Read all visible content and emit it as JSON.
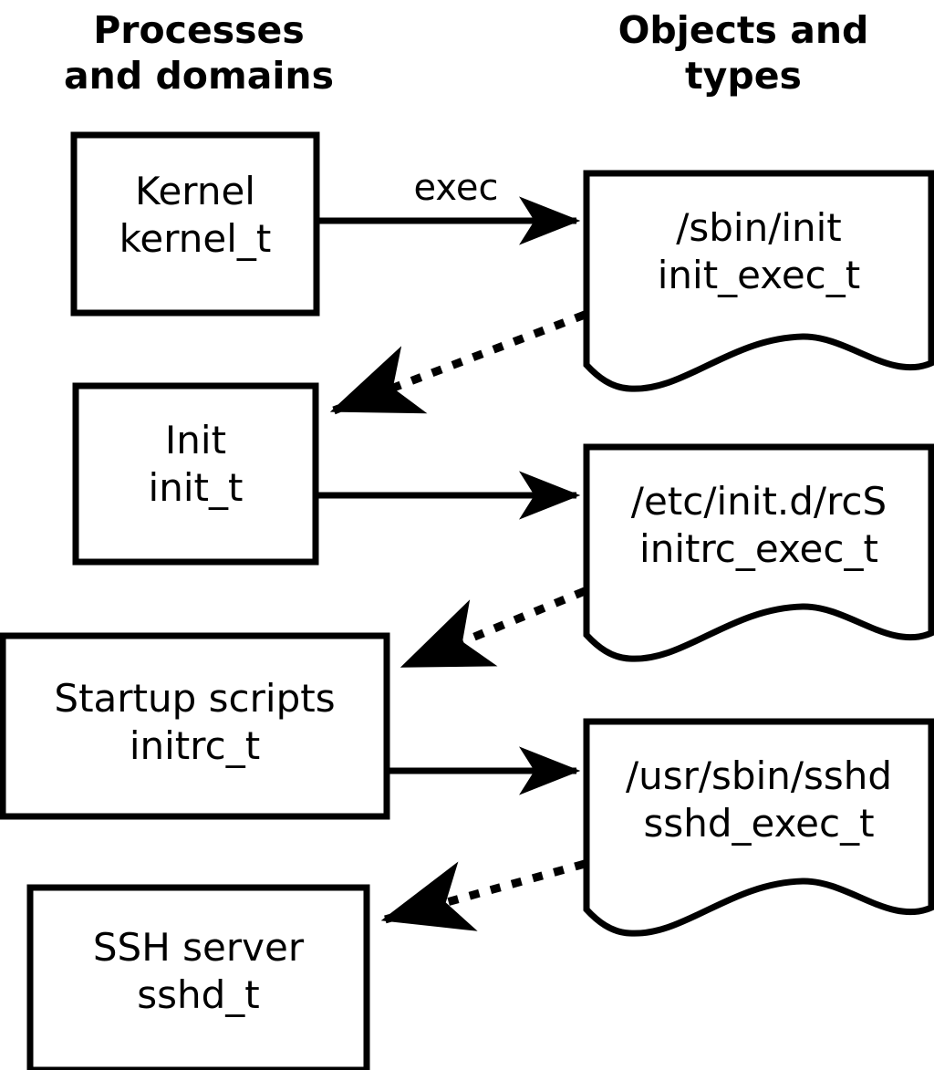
{
  "diagram": {
    "title_left": "Processes\nand domains",
    "headers": {
      "left_line1": "Processes",
      "left_line2": "and domains",
      "right_line1": "Objects and",
      "right_line2": "types"
    },
    "colors": {
      "stroke": "#000000",
      "fill": "#ffffff",
      "text": "#000000"
    },
    "process_nodes": [
      {
        "id": "kernel",
        "label": "Kernel",
        "type_name": "kernel_t"
      },
      {
        "id": "init",
        "label": "Init",
        "type_name": "init_t"
      },
      {
        "id": "initrc",
        "label": "Startup scripts",
        "type_name": "initrc_t"
      },
      {
        "id": "sshd",
        "label": "SSH server",
        "type_name": "sshd_t"
      }
    ],
    "object_nodes": [
      {
        "id": "init_exec",
        "path": "/sbin/init",
        "type_name": "init_exec_t"
      },
      {
        "id": "initrc_exec",
        "path": "/etc/init.d/rcS",
        "type_name": "initrc_exec_t"
      },
      {
        "id": "sshd_exec",
        "path": "/usr/sbin/sshd",
        "type_name": "sshd_exec_t"
      }
    ],
    "edges": [
      {
        "id": "exec1",
        "from": "kernel",
        "to": "init_exec",
        "label": "exec",
        "style": "solid"
      },
      {
        "id": "tran1",
        "from": "init_exec",
        "to": "init",
        "label": "",
        "style": "dotted"
      },
      {
        "id": "exec2",
        "from": "init",
        "to": "initrc_exec",
        "label": "",
        "style": "solid"
      },
      {
        "id": "tran2",
        "from": "initrc_exec",
        "to": "initrc",
        "label": "",
        "style": "dotted"
      },
      {
        "id": "exec3",
        "from": "initrc",
        "to": "sshd_exec",
        "label": "",
        "style": "solid"
      },
      {
        "id": "tran3",
        "from": "sshd_exec",
        "to": "sshd",
        "label": "",
        "style": "dotted"
      }
    ],
    "edge_labels": {
      "exec": "exec"
    }
  }
}
